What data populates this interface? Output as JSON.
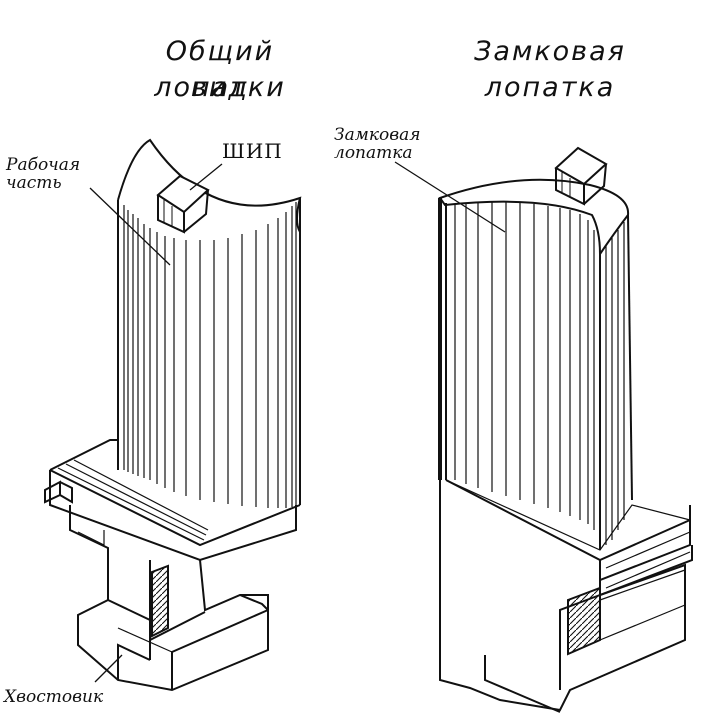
{
  "titles": {
    "left_line1": "Общий вид",
    "left_line2": "лопатки",
    "right_line1": "Замковая",
    "right_line2": "лопатка"
  },
  "labels": {
    "working_part_line1": "Рабочая",
    "working_part_line2": "часть",
    "tenon": "ШИП",
    "lock_blade_line1": "Замковая",
    "lock_blade_line2": "лопатка",
    "shank": "Хвостовик"
  }
}
